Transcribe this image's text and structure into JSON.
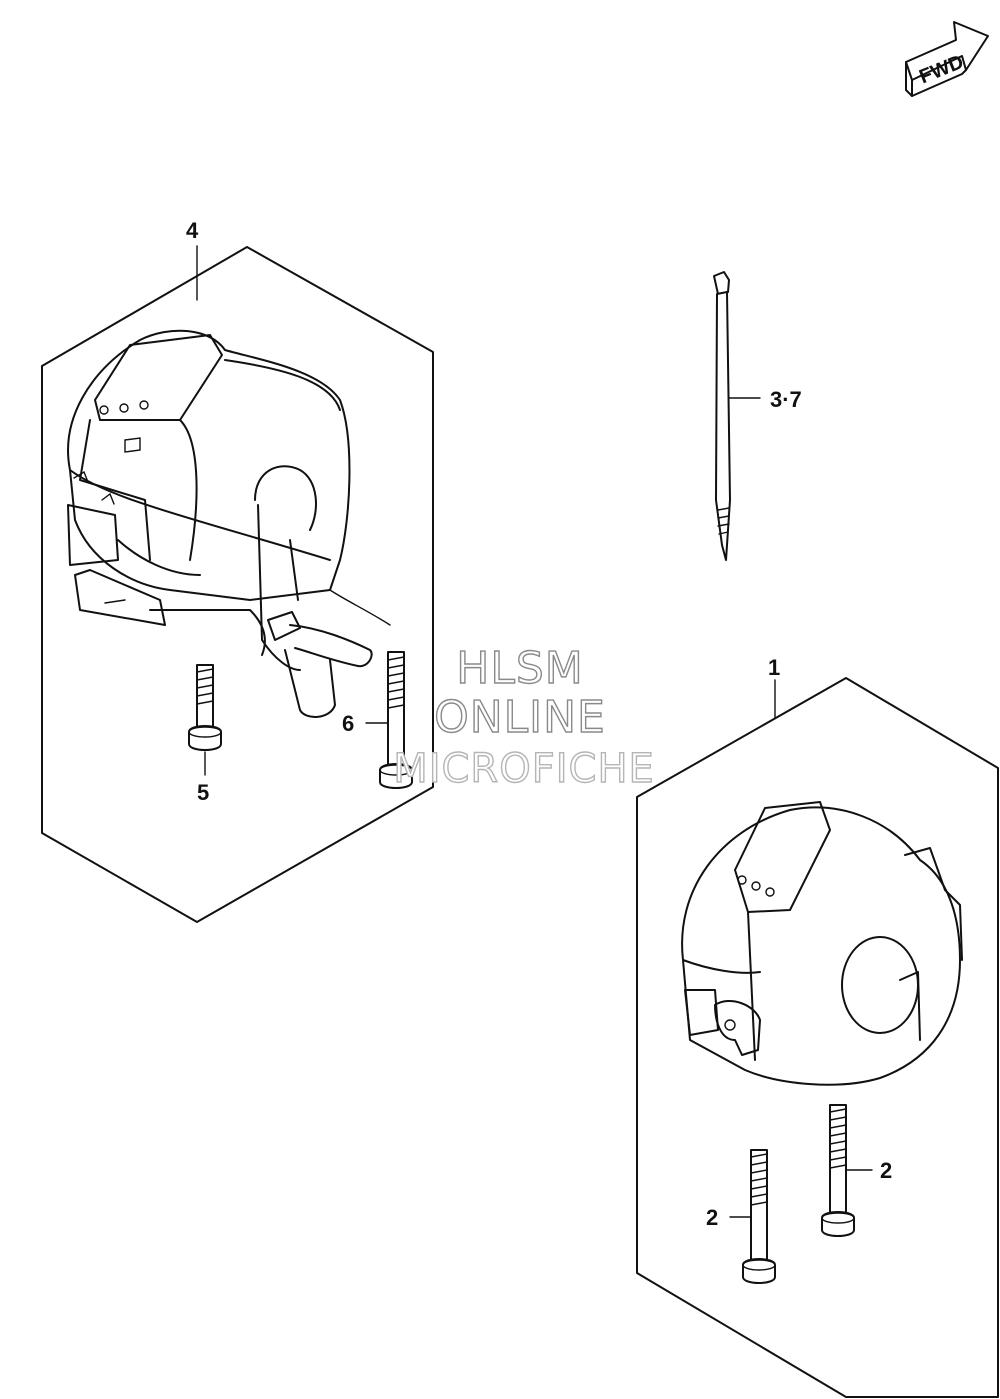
{
  "fwd_label": "FWD",
  "callouts": {
    "assembly_left": "4",
    "bolt_left_short": "5",
    "bolt_left_long": "6",
    "cable_tie": "3·7",
    "assembly_right": "1",
    "bolt_right_upper": "2",
    "bolt_right_lower": "2"
  },
  "watermark": {
    "line1": "HLSM",
    "line2": "ONLINE",
    "line3": "MICROFICHE"
  }
}
